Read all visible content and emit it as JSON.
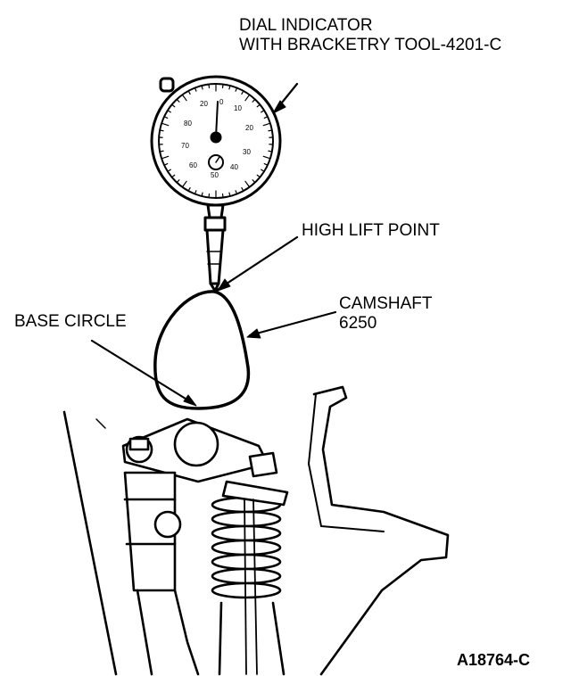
{
  "labels": {
    "dial_indicator_line1": "DIAL INDICATOR",
    "dial_indicator_line2": "WITH BRACKETRY TOOL-4201-C",
    "high_lift_point": "HIGH LIFT POINT",
    "camshaft_line1": "CAMSHAFT",
    "camshaft_line2": "6250",
    "base_circle": "BASE CIRCLE"
  },
  "dial_numbers": [
    "0",
    "10",
    "20",
    "30",
    "40",
    "50",
    "60",
    "70",
    "80",
    "20"
  ],
  "figure_ref": "A18764-C"
}
